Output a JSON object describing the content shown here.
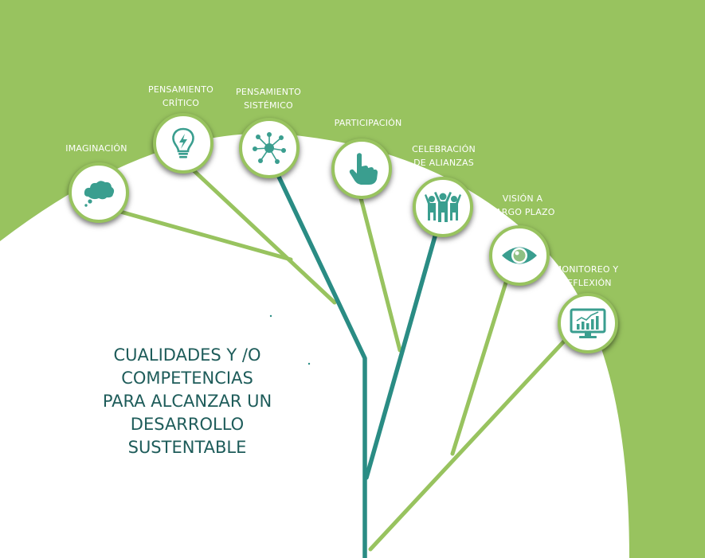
{
  "title_lines": [
    "CUALIDADES Y /O",
    "COMPETENCIAS",
    "PARA ALCANZAR UN",
    "DESARROLLO",
    "SUSTENTABLE"
  ],
  "competencies": [
    {
      "lines": [
        "IMAGINACIÓN"
      ],
      "icon": "cloud-thought-icon"
    },
    {
      "lines": [
        "PENSAMIENTO",
        "CRÍTICO"
      ],
      "icon": "lightbulb-icon"
    },
    {
      "lines": [
        "PENSAMIENTO",
        "SISTÉMICO"
      ],
      "icon": "network-icon"
    },
    {
      "lines": [
        "PARTICIPACIÓN"
      ],
      "icon": "pointing-hand-icon"
    },
    {
      "lines": [
        "CELEBRACIÓN",
        "DE ALIANZAS"
      ],
      "icon": "people-celebrating-icon"
    },
    {
      "lines": [
        "VISIÓN A",
        "LARGO PLAZO"
      ],
      "icon": "eye-icon"
    },
    {
      "lines": [
        "MONITOREO Y",
        "REFLEXIÓN"
      ],
      "icon": "monitor-chart-icon"
    }
  ],
  "colors": {
    "background_green": "#98c35f",
    "trunk_teal": "#2a8c84",
    "branch_green": "#98c35f",
    "icon_teal": "#3a9e8f",
    "title_text": "#1e5c5a"
  }
}
